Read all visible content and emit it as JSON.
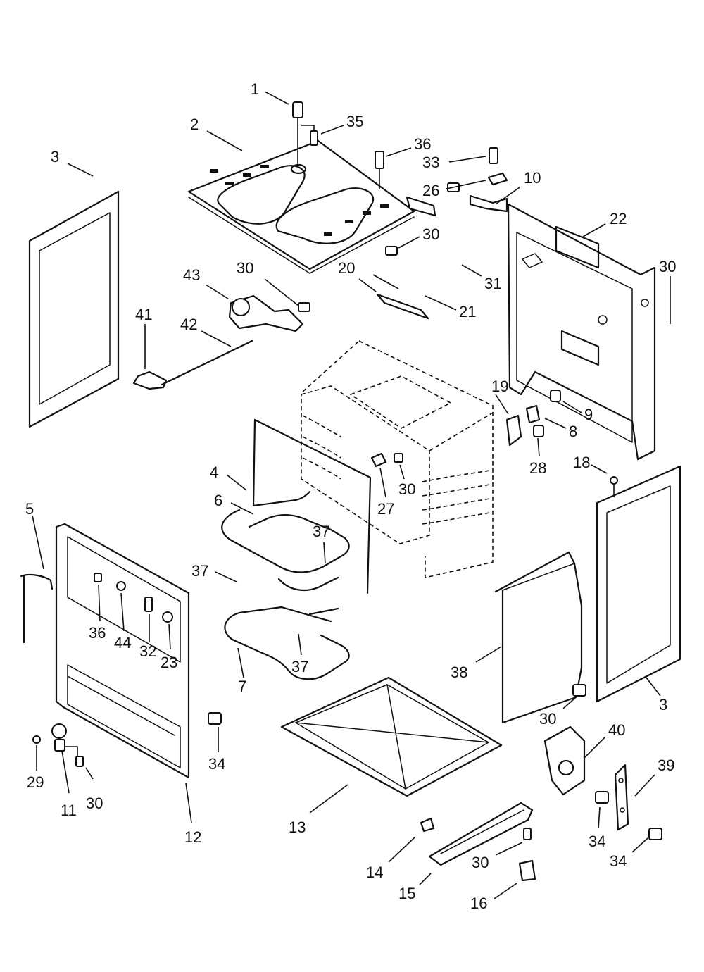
{
  "diagram": {
    "callouts": [
      {
        "id": "c1",
        "label": "1"
      },
      {
        "id": "c2",
        "label": "2"
      },
      {
        "id": "c3a",
        "label": "3"
      },
      {
        "id": "c3b",
        "label": "3"
      },
      {
        "id": "c4",
        "label": "4"
      },
      {
        "id": "c5",
        "label": "5"
      },
      {
        "id": "c6",
        "label": "6"
      },
      {
        "id": "c7",
        "label": "7"
      },
      {
        "id": "c8",
        "label": "8"
      },
      {
        "id": "c9",
        "label": "9"
      },
      {
        "id": "c10",
        "label": "10"
      },
      {
        "id": "c11",
        "label": "11"
      },
      {
        "id": "c12",
        "label": "12"
      },
      {
        "id": "c13",
        "label": "13"
      },
      {
        "id": "c14",
        "label": "14"
      },
      {
        "id": "c15",
        "label": "15"
      },
      {
        "id": "c16",
        "label": "16"
      },
      {
        "id": "c18",
        "label": "18"
      },
      {
        "id": "c19",
        "label": "19"
      },
      {
        "id": "c20",
        "label": "20"
      },
      {
        "id": "c21",
        "label": "21"
      },
      {
        "id": "c22",
        "label": "22"
      },
      {
        "id": "c23",
        "label": "23"
      },
      {
        "id": "c26",
        "label": "26"
      },
      {
        "id": "c27",
        "label": "27"
      },
      {
        "id": "c28",
        "label": "28"
      },
      {
        "id": "c29",
        "label": "29"
      },
      {
        "id": "c30a",
        "label": "30"
      },
      {
        "id": "c30b",
        "label": "30"
      },
      {
        "id": "c30c",
        "label": "30"
      },
      {
        "id": "c30d",
        "label": "30"
      },
      {
        "id": "c30e",
        "label": "30"
      },
      {
        "id": "c30f",
        "label": "30"
      },
      {
        "id": "c30g",
        "label": "30"
      },
      {
        "id": "c31",
        "label": "31"
      },
      {
        "id": "c32",
        "label": "32"
      },
      {
        "id": "c33",
        "label": "33"
      },
      {
        "id": "c34a",
        "label": "34"
      },
      {
        "id": "c34b",
        "label": "34"
      },
      {
        "id": "c34c",
        "label": "34"
      },
      {
        "id": "c35",
        "label": "35"
      },
      {
        "id": "c36a",
        "label": "36"
      },
      {
        "id": "c36b",
        "label": "36"
      },
      {
        "id": "c37a",
        "label": "37"
      },
      {
        "id": "c37b",
        "label": "37"
      },
      {
        "id": "c37c",
        "label": "37"
      },
      {
        "id": "c38",
        "label": "38"
      },
      {
        "id": "c39",
        "label": "39"
      },
      {
        "id": "c40",
        "label": "40"
      },
      {
        "id": "c41",
        "label": "41"
      },
      {
        "id": "c42",
        "label": "42"
      },
      {
        "id": "c43",
        "label": "43"
      },
      {
        "id": "c44",
        "label": "44"
      }
    ]
  }
}
